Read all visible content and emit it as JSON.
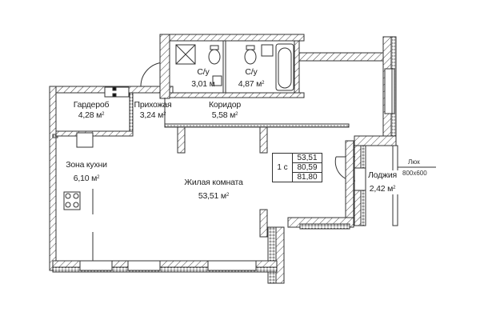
{
  "plan": {
    "rooms": [
      {
        "id": "wardrobe",
        "name": "Гардероб",
        "area": "4,28",
        "unit": "м",
        "sup": "2"
      },
      {
        "id": "hallway",
        "name": "Прихожая",
        "area": "3,24",
        "unit": "м",
        "sup": "2"
      },
      {
        "id": "corridor",
        "name": "Коридор",
        "area": "5,58",
        "unit": "м",
        "sup": "2"
      },
      {
        "id": "bathroom1",
        "name": "С/у",
        "area": "3,01",
        "unit": "м",
        "sup": ""
      },
      {
        "id": "bathroom2",
        "name": "С/у",
        "area": "4,87",
        "unit": "м",
        "sup": "2"
      },
      {
        "id": "kitchen",
        "name": "Зона кухни",
        "area": "6,10",
        "unit": "м",
        "sup": "2"
      },
      {
        "id": "living",
        "name": "Жилая комната",
        "area": "53,51",
        "unit": "м",
        "sup": "2"
      },
      {
        "id": "loggia",
        "name": "Лоджия",
        "area": "2,42",
        "unit": "м",
        "sup": "2"
      }
    ],
    "hatch": {
      "label": "Люк",
      "size": "800х600"
    },
    "summary": {
      "type": "1 с",
      "values": [
        "53,51",
        "80,59",
        "81,80"
      ]
    },
    "colors": {
      "wall": "#333333",
      "background": "#ffffff",
      "text": "#222222"
    }
  }
}
